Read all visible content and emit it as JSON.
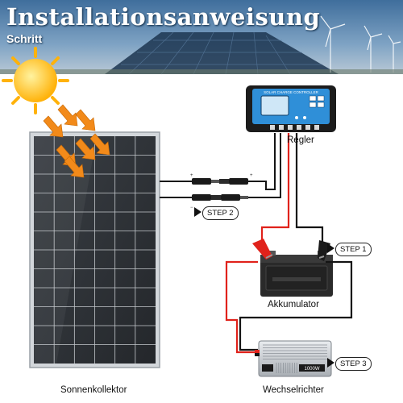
{
  "header": {
    "title": "Installationsanweisung",
    "subtitle": "Schritt"
  },
  "labels": {
    "regler": "Regler",
    "akkumulator": "Akkumulator",
    "sonnenkollektor": "Sonnenkollektor",
    "wechselrichter": "Wechselrichter"
  },
  "steps": {
    "step1": "STEP 1",
    "step2": "STEP 2",
    "step3": "STEP 3"
  },
  "controller": {
    "brand_text": "SOLAR CHARGE CONTROLLER"
  },
  "inverter": {
    "display_text": "1000W"
  },
  "colors": {
    "header_sky": "#4d7aa6",
    "panel_cell": "#2f3338",
    "panel_frame": "#c8cdd2",
    "wire_red": "#e0221b",
    "wire_black": "#141414",
    "controller_body": "#1c1c1c",
    "controller_face": "#2f8fd8",
    "sun": "#ffc21a",
    "sun_arrows": "#f28a1a"
  },
  "icons": [
    "sun-icon",
    "solar-panel-icon",
    "charge-controller-icon",
    "battery-icon",
    "inverter-icon",
    "mc4-connector-icon"
  ]
}
